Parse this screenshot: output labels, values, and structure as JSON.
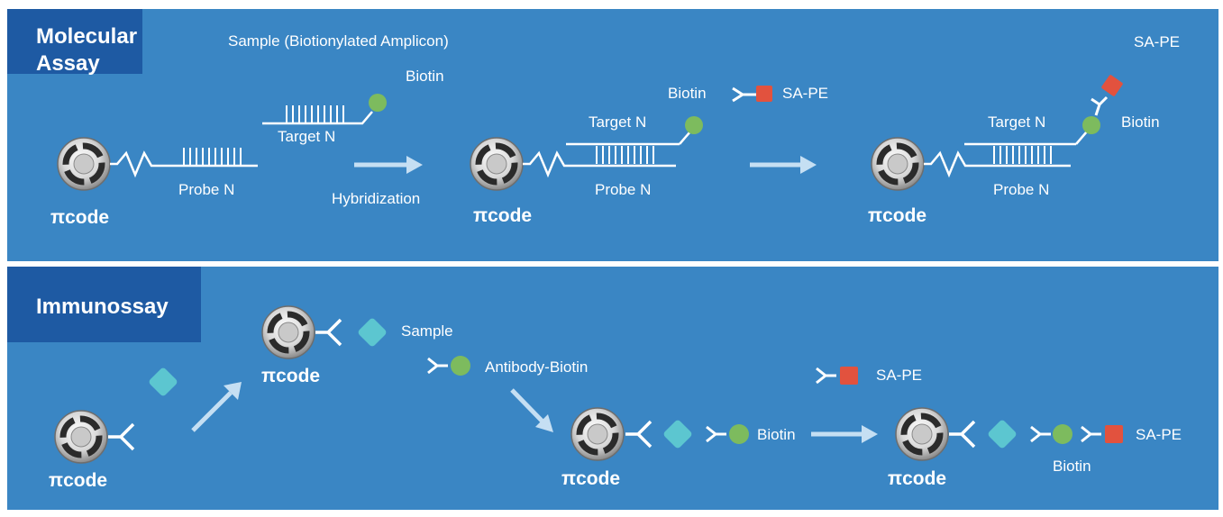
{
  "molecular": {
    "title_line1": "Molecular",
    "title_line2": "Assay",
    "sample": "Sample (Biotionylated Amplicon)",
    "biotin_1": "Biotin",
    "target_1": "Target N",
    "probe_1": "Probe N",
    "pcode_1": "πcode",
    "hybridization": "Hybridization",
    "biotin_2": "Biotin",
    "sape_1": "SA-PE",
    "target_2": "Target N",
    "probe_2": "Probe N",
    "pcode_2": "πcode",
    "sape_2": "SA-PE",
    "target_3": "Target N",
    "biotin_3": "Biotin",
    "probe_3": "Probe N",
    "pcode_3": "πcode"
  },
  "immuno": {
    "title": "Immunossay",
    "pcode_1": "πcode",
    "pcode_2": "πcode",
    "sample": "Sample",
    "antibody_biotin": "Antibody-Biotin",
    "biotin_1": "Biotin",
    "pcode_3": "πcode",
    "sape_1": "SA-PE",
    "sape_2": "SA-PE",
    "biotin_2": "Biotin",
    "pcode_4": "πcode"
  },
  "colors": {
    "panel": "#3a86c4",
    "tab": "#1e5aa3",
    "biotin": "#7dbb5e",
    "sape": "#e2523e",
    "sample": "#5cc6d0",
    "arrow": "#c5dff3"
  }
}
